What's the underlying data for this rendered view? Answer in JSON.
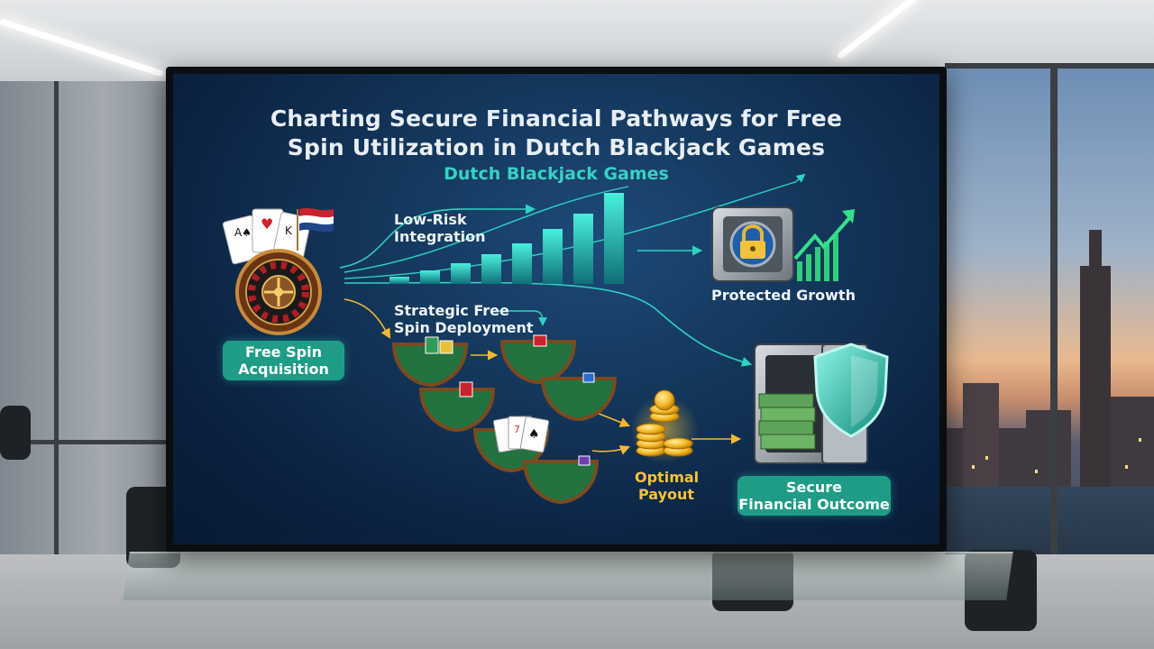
{
  "title_line1": "Charting Secure Financial Pathways for Free",
  "title_line2": "Spin Utilization in Dutch Blackjack Games",
  "subtitle": "Dutch Blackjack Games",
  "nodes": {
    "free_spin_line1": "Free Spin",
    "free_spin_line2": "Acquisition",
    "low_risk_line1": "Low-Risk",
    "low_risk_line2": "Integration",
    "strategic_line1": "Strategic Free",
    "strategic_line2": "Spin Deployment",
    "protected_growth": "Protected Growth",
    "optimal_line1": "Optimal",
    "optimal_line2": "Payout",
    "secure_line1": "Secure",
    "secure_line2": "Financial Outcome"
  },
  "colors": {
    "teal": "#2fd3c2",
    "gold": "#f5b82e",
    "pill": "#1f9c86",
    "navy": "#0b2140"
  },
  "icons": [
    "playing-cards-icon",
    "dutch-flag-icon",
    "roulette-wheel-icon",
    "bar-chart-icon",
    "safe-lock-icon",
    "growth-arrow-icon",
    "blackjack-table-icon",
    "casino-chips-icon",
    "gold-coins-icon",
    "money-vault-icon",
    "shield-icon"
  ]
}
